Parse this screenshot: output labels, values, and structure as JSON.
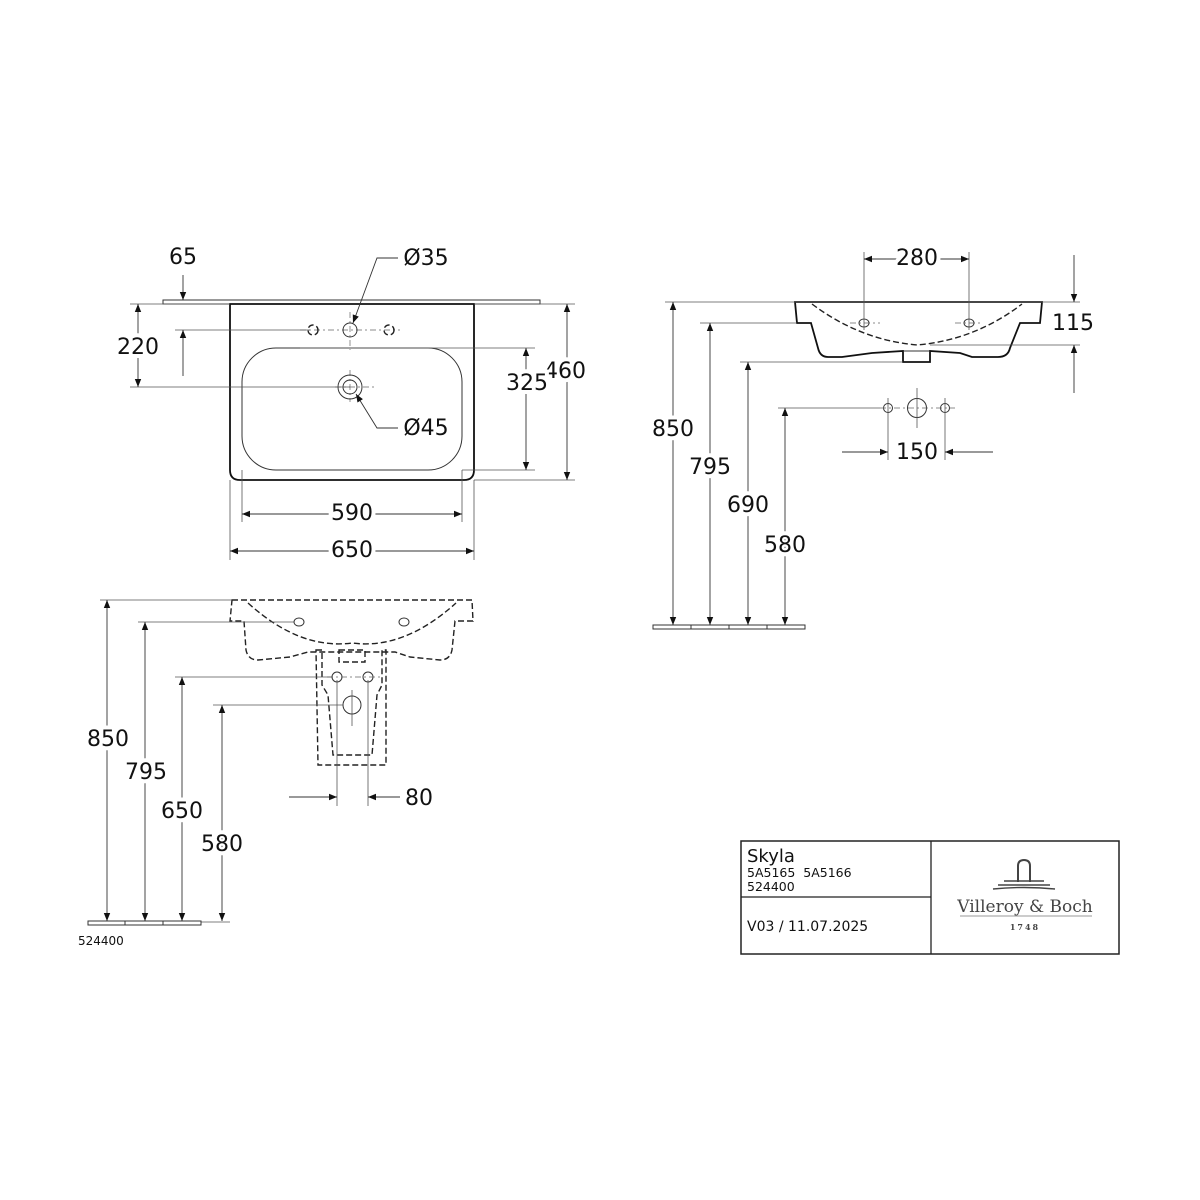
{
  "plan_view": {
    "dim_65": "65",
    "dim_220": "220",
    "dim_460": "460",
    "dim_325": "325",
    "dim_590": "590",
    "dim_650": "650",
    "tap_hole_diameter": "Ø35",
    "drain_diameter": "Ø45"
  },
  "side_view": {
    "dim_280": "280",
    "dim_115": "115",
    "dim_850": "850",
    "dim_795": "795",
    "dim_690": "690",
    "dim_580": "580",
    "dim_150": "150"
  },
  "pedestal_view": {
    "dim_850": "850",
    "dim_795": "795",
    "dim_650": "650",
    "dim_580": "580",
    "dim_80": "80",
    "floor_label": "524400"
  },
  "title_block": {
    "product_name": "Skyla",
    "article_numbers": "5A5165  5A5166",
    "accessory_number": "524400",
    "version_date": "V03 / 11.07.2025",
    "brand": "Villeroy & Boch",
    "founded": "1748"
  }
}
